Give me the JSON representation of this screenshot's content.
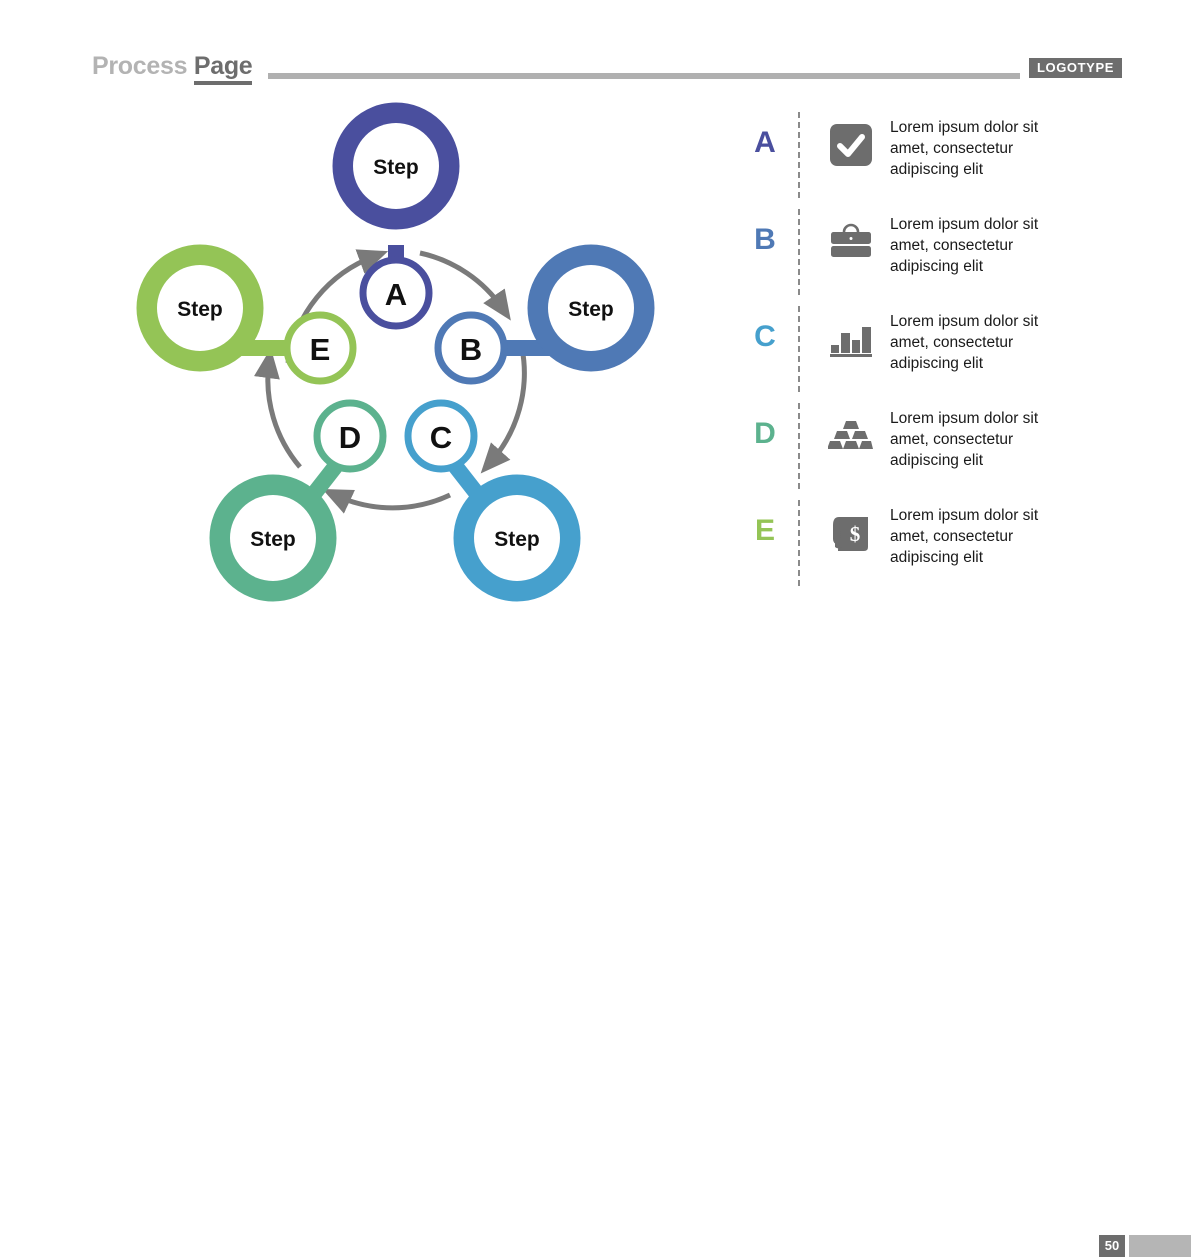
{
  "header": {
    "title_light": "Process",
    "title_dark": "Page",
    "logotype": "LOGOTYPE"
  },
  "diagram": {
    "type": "cycle-process",
    "step_label": "Step",
    "nodes": [
      {
        "id": "A",
        "letter": "A",
        "step_label": "Step",
        "color": "#4a4f9e",
        "position": "top"
      },
      {
        "id": "B",
        "letter": "B",
        "step_label": "Step",
        "color": "#4f79b5",
        "position": "right"
      },
      {
        "id": "C",
        "letter": "C",
        "step_label": "Step",
        "color": "#46a0cd",
        "position": "bottom-right"
      },
      {
        "id": "D",
        "letter": "D",
        "step_label": "Step",
        "color": "#5cb28e",
        "position": "bottom-left"
      },
      {
        "id": "E",
        "letter": "E",
        "step_label": "Step",
        "color": "#94c456",
        "position": "left"
      }
    ],
    "flow": [
      "E",
      "A",
      "B",
      "C",
      "D"
    ],
    "arrow_color": "#7a7a7a"
  },
  "legend": {
    "items": [
      {
        "letter": "A",
        "color": "#4a4f9e",
        "icon": "checkmark-icon",
        "text": "Lorem ipsum dolor sit amet, consectetur adipiscing elit"
      },
      {
        "letter": "B",
        "color": "#4f79b5",
        "icon": "briefcase-icon",
        "text": "Lorem ipsum dolor sit amet, consectetur adipiscing elit"
      },
      {
        "letter": "C",
        "color": "#46a0cd",
        "icon": "bar-chart-icon",
        "text": "Lorem ipsum dolor sit amet, consectetur adipiscing elit"
      },
      {
        "letter": "D",
        "color": "#5cb28e",
        "icon": "gold-bars-icon",
        "text": "Lorem ipsum dolor sit amet, consectetur adipiscing elit"
      },
      {
        "letter": "E",
        "color": "#94c456",
        "icon": "money-scroll-icon",
        "text": "Lorem ipsum dolor sit amet, consectetur adipiscing elit"
      }
    ],
    "icon_color": "#6d6d6d"
  },
  "footer": {
    "page_number": "50"
  }
}
